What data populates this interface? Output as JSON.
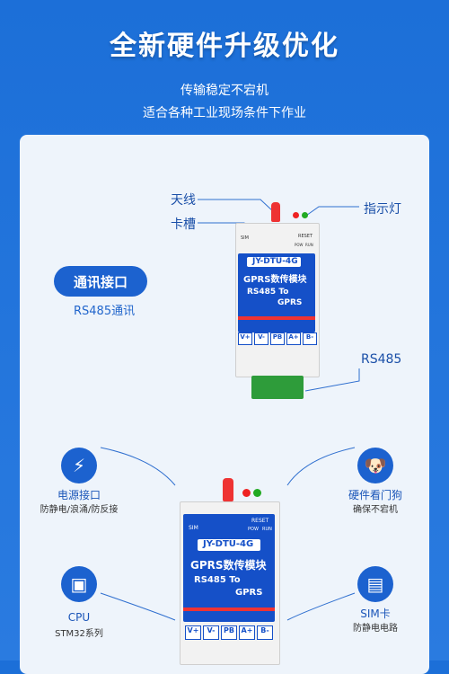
{
  "header": {
    "title": "全新硬件升级优化",
    "line1": "传输稳定不宕机",
    "line2": "适合各种工业现场条件下作业"
  },
  "callouts": {
    "antenna": "天线",
    "card_slot": "卡槽",
    "indicator": "指示灯",
    "rs485": "RS485"
  },
  "interface_badge": {
    "label": "通讯接口",
    "sub": "RS485通讯"
  },
  "module": {
    "model": "JY-DTU-4G",
    "name": "GPRS数传模块",
    "line1": "RS485 To",
    "line2": "GPRS",
    "sim": "SIM",
    "reset": "RESET",
    "pow": "POW",
    "run": "RUN",
    "pins": [
      "V+",
      "V-",
      "PB",
      "A+",
      "B-"
    ]
  },
  "features": {
    "power": {
      "title": "电源接口",
      "sub": "防静电/浪涌/防反接",
      "icon": "plug-bolt-icon"
    },
    "watchdog": {
      "title": "硬件看门狗",
      "sub": "确保不宕机",
      "icon": "dog-icon"
    },
    "cpu": {
      "title": "CPU",
      "sub": "STM32系列",
      "icon": "chip-icon"
    },
    "sim": {
      "title": "SIM卡",
      "sub": "防静电电路",
      "icon": "sim-card-icon"
    }
  },
  "colors": {
    "background": "#1c6fd8",
    "panel": "#eef4fb",
    "accent": "#1c62cf",
    "plate": "#1550c8"
  }
}
